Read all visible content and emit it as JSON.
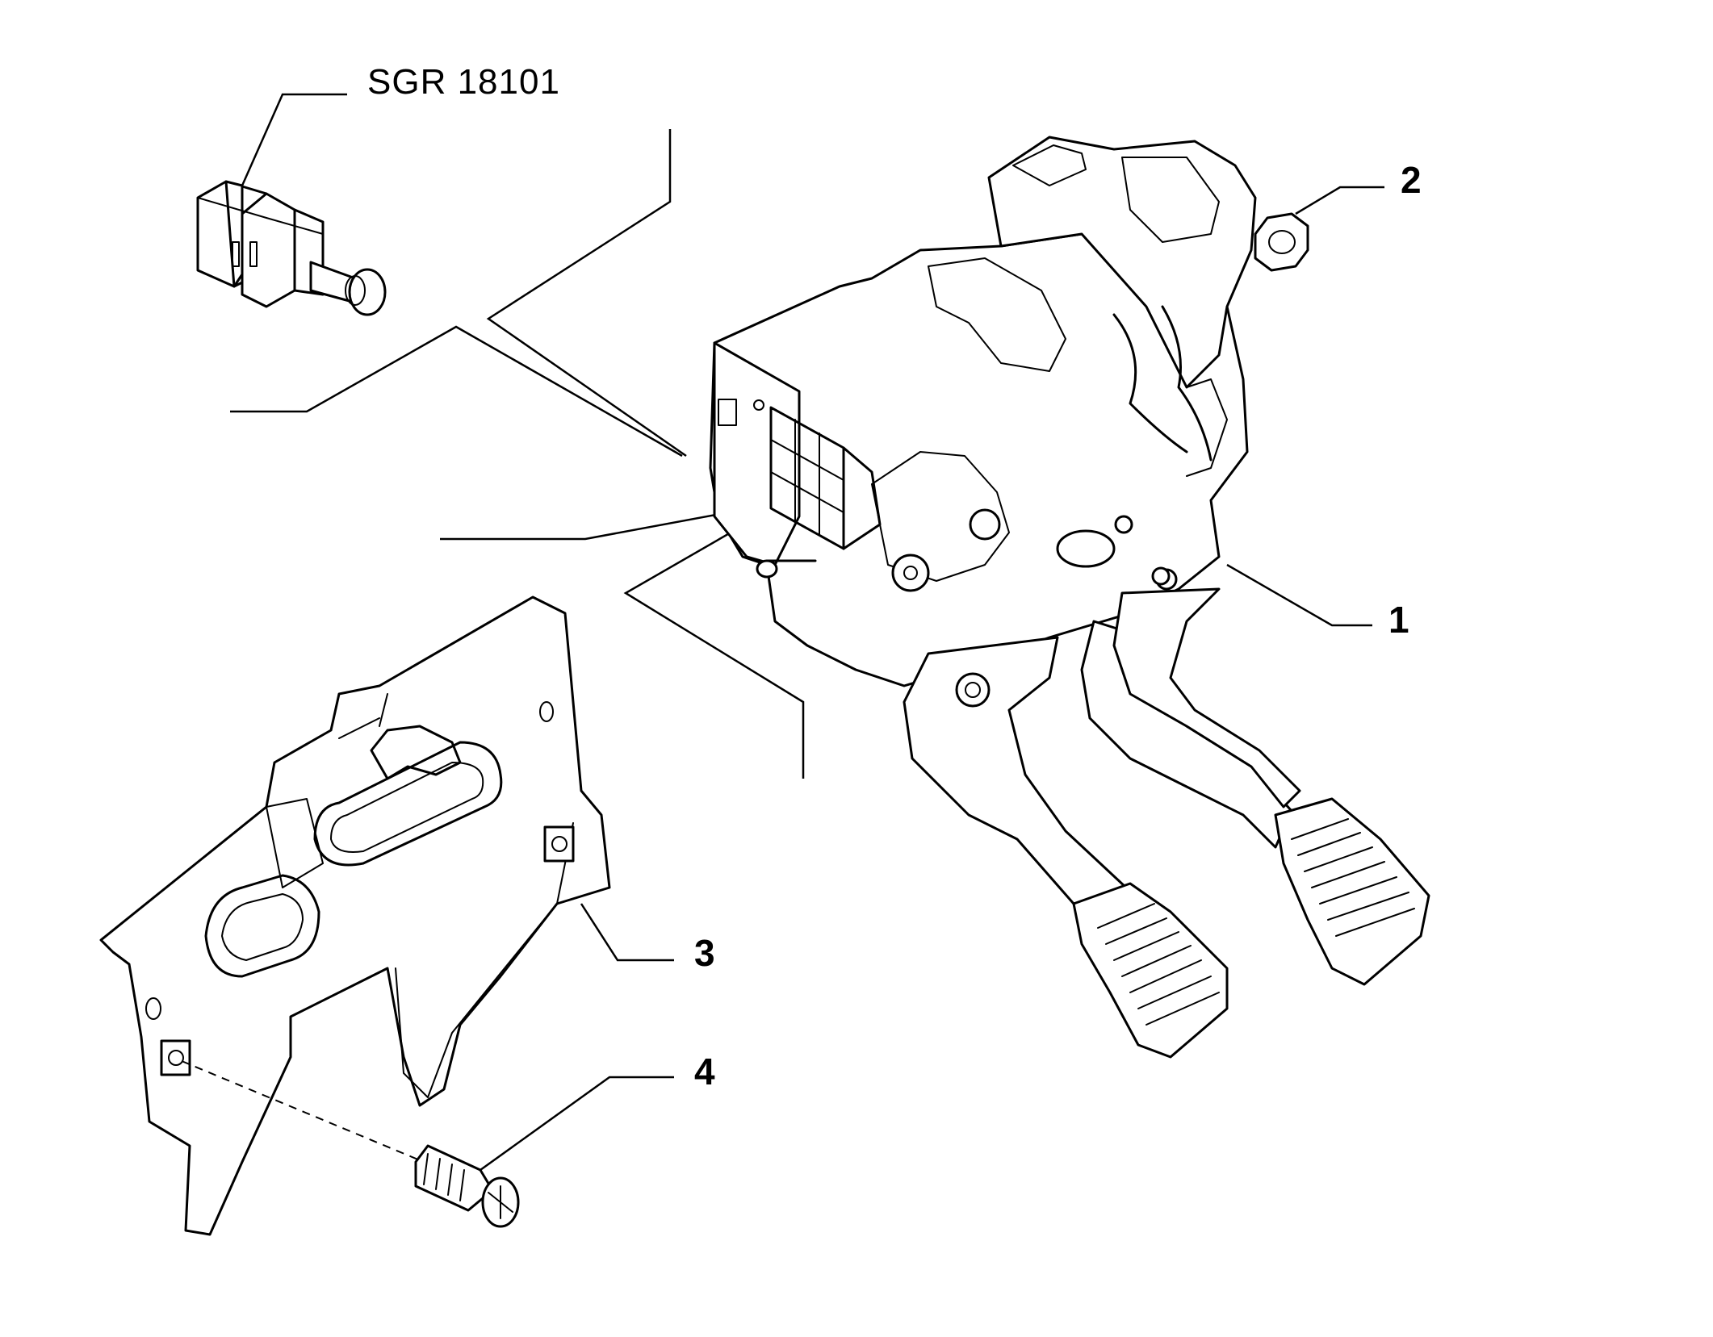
{
  "labels": {
    "switch_code": "SGR 18101",
    "callout_1": "1",
    "callout_2": "2",
    "callout_3": "3",
    "callout_4": "4"
  },
  "parts": [
    {
      "callout": "1",
      "icon": "pedal-box-assembly-icon"
    },
    {
      "callout": "2",
      "icon": "hex-nut-icon"
    },
    {
      "callout": "3",
      "icon": "bracket-plate-icon"
    },
    {
      "callout": "4",
      "icon": "screw-icon"
    },
    {
      "callout": "SGR 18101",
      "icon": "brake-light-switch-icon"
    }
  ]
}
